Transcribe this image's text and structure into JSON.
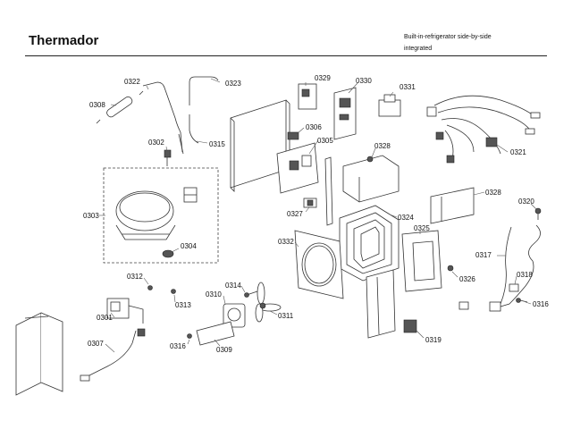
{
  "header": {
    "brand": "Thermador",
    "description_line1": "Built-in-refrigerator side-by-side",
    "description_line2": "integrated"
  },
  "callouts": {
    "c0322": "0322",
    "c0323": "0323",
    "c0308": "0308",
    "c0302": "0302",
    "c0315": "0315",
    "c0329": "0329",
    "c0330": "0330",
    "c0331": "0331",
    "c0306": "0306",
    "c0305": "0305",
    "c0328a": "0328",
    "c0321": "0321",
    "c0303": "0303",
    "c0304": "0304",
    "c0327": "0327",
    "c0324": "0324",
    "c0328b": "0328",
    "c0320": "0320",
    "c0332": "0332",
    "c0325": "0325",
    "c0317": "0317",
    "c0312": "0312",
    "c0313": "0313",
    "c0314": "0314",
    "c0310": "0310",
    "c0311": "0311",
    "c0326": "0326",
    "c0318": "0318",
    "c0316a": "0316",
    "c0301": "0301",
    "c0319": "0319",
    "c0307": "0307",
    "c0316b": "0316",
    "c0309": "0309"
  }
}
